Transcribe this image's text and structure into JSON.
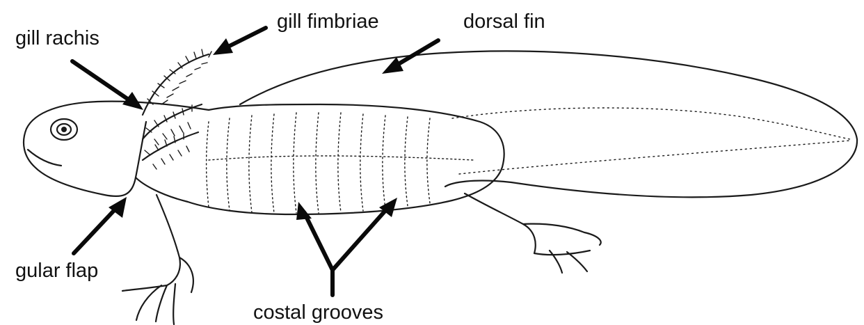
{
  "labels": {
    "gill_rachis": "gill rachis",
    "gill_fimbriae": "gill fimbriae",
    "dorsal_fin": "dorsal fin",
    "gular_flap": "gular flap",
    "costal_grooves": "costal grooves"
  }
}
